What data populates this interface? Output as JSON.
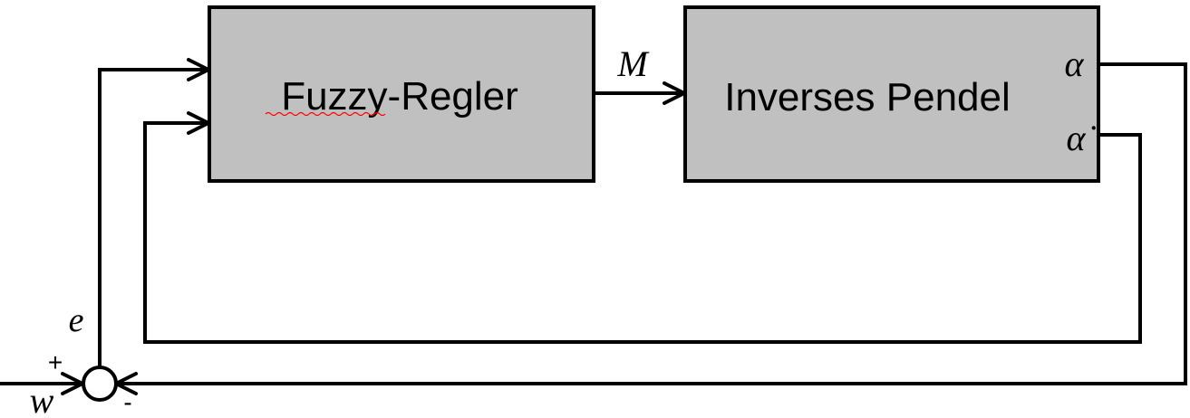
{
  "colors": {
    "block_fill": "#c0c0c0",
    "line": "#000000",
    "background": "#ffffff",
    "spellcheck_underline": "#ff0000"
  },
  "blocks": {
    "controller": {
      "label": "Fuzzy-Regler"
    },
    "plant": {
      "label": "Inverses Pendel"
    }
  },
  "signals": {
    "control": "M",
    "angle": "α",
    "angular_velocity": "α̇",
    "error": "e",
    "reference": "w"
  },
  "summing_junction": {
    "plus_sign": "+",
    "minus_sign": "-"
  }
}
